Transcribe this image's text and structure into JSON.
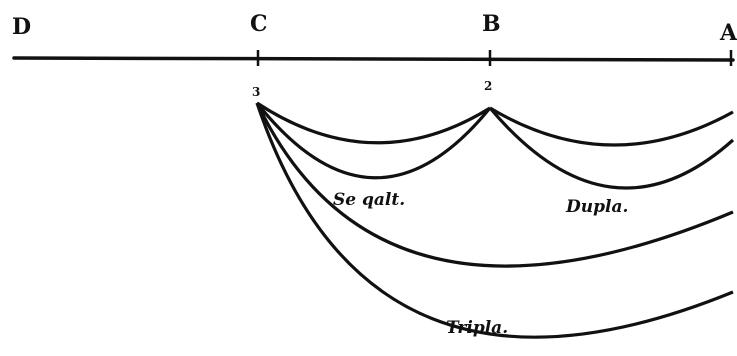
{
  "points": {
    "D": "D",
    "C": "C",
    "B": "B",
    "A": "A"
  },
  "numbers": {
    "c": "3",
    "b": "2"
  },
  "arcs": {
    "sesquialtera": "Se qalt.",
    "dupla": "Dupla.",
    "tripla": "Tripla."
  }
}
